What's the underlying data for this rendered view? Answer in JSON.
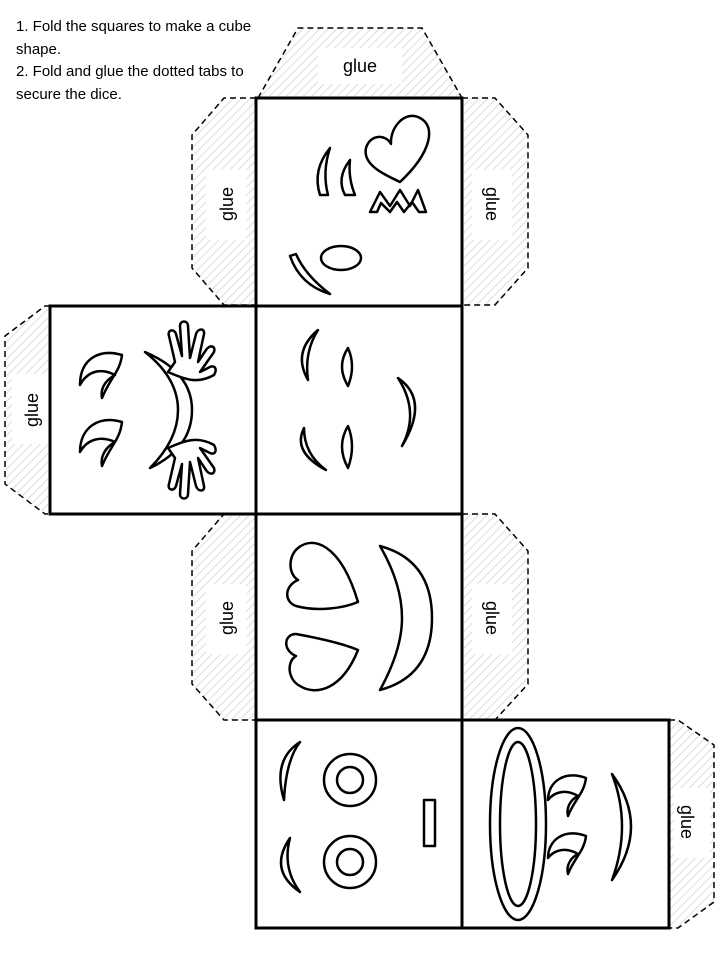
{
  "instructions": {
    "step1": "1. Fold the squares to make a cube shape.",
    "step2": "2. Fold and glue the dotted tabs to secure the dice."
  },
  "tabs": {
    "top": "glue",
    "face1_left": "glue",
    "face1_right": "glue",
    "face2_left": "glue",
    "face3_left": "glue",
    "face3_right": "glue",
    "face5_right": "glue"
  },
  "colors": {
    "line": "#000000",
    "tab_hatch": "#dcdcdc",
    "paper": "#ffffff"
  }
}
